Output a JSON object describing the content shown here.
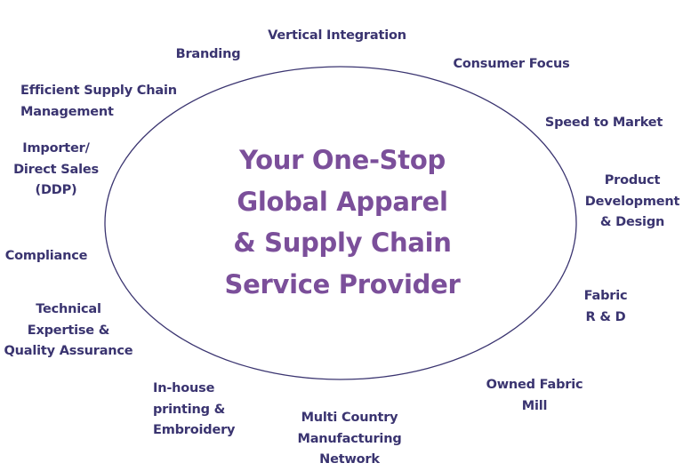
{
  "colors": {
    "title": "#7b4f9a",
    "labels": "#3a3470",
    "ellipse": "#3a3470"
  },
  "title_lines": [
    "Your One-Stop",
    "Global Apparel",
    "& Supply Chain",
    "Service Provider"
  ],
  "labels": {
    "vertical_integration": [
      "Vertical Integration"
    ],
    "branding": [
      "Branding"
    ],
    "consumer_focus": [
      "Consumer Focus"
    ],
    "efficient_supply_chain": [
      "Efficient Supply Chain",
      "Management"
    ],
    "speed_to_market": [
      "Speed to Market"
    ],
    "importer": [
      "Importer/",
      "Direct Sales",
      "(DDP)"
    ],
    "product_development": [
      "Product",
      "Development",
      "& Design"
    ],
    "compliance": [
      "Compliance"
    ],
    "fabric_rd": [
      "Fabric",
      "R & D"
    ],
    "technical_expertise": [
      "Technical",
      "Expertise &",
      "Quality Assurance"
    ],
    "owned_fabric_mill": [
      "Owned Fabric",
      "Mill"
    ],
    "inhouse_printing": [
      "In-house",
      "printing &",
      "Embroidery"
    ],
    "multi_country": [
      "Multi Country",
      "Manufacturing",
      "Network"
    ]
  }
}
